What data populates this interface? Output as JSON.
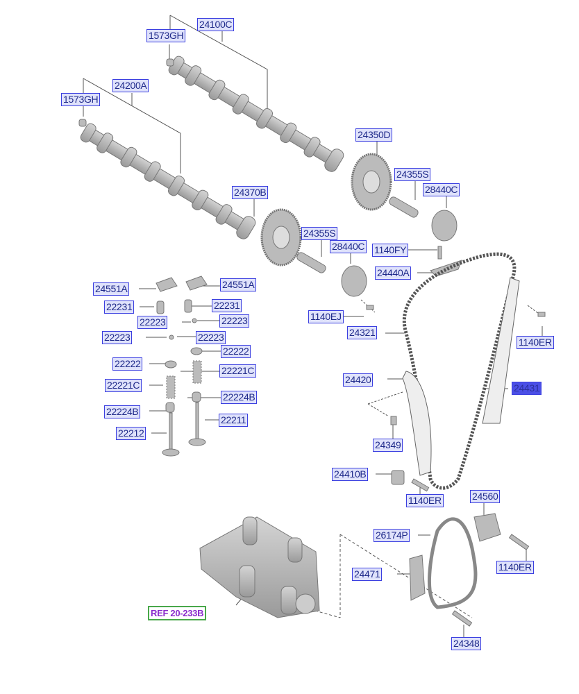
{
  "diagram": {
    "labels": [
      {
        "id": "24100C"
      },
      {
        "id": "1573GH"
      },
      {
        "id": "24200A"
      },
      {
        "id": "1573GH"
      },
      {
        "id": "24350D"
      },
      {
        "id": "24355S"
      },
      {
        "id": "28440C"
      },
      {
        "id": "24370B"
      },
      {
        "id": "24355S"
      },
      {
        "id": "28440C"
      },
      {
        "id": "1140FY"
      },
      {
        "id": "24440A"
      },
      {
        "id": "24551A"
      },
      {
        "id": "24551A"
      },
      {
        "id": "22231"
      },
      {
        "id": "22231"
      },
      {
        "id": "22223"
      },
      {
        "id": "22223"
      },
      {
        "id": "22223"
      },
      {
        "id": "22223"
      },
      {
        "id": "22222"
      },
      {
        "id": "22222"
      },
      {
        "id": "22221C"
      },
      {
        "id": "22221C"
      },
      {
        "id": "22224B"
      },
      {
        "id": "22224B"
      },
      {
        "id": "22211"
      },
      {
        "id": "22212"
      },
      {
        "id": "1140EJ"
      },
      {
        "id": "24321"
      },
      {
        "id": "1140ER"
      },
      {
        "id": "24431",
        "selected": true
      },
      {
        "id": "24420"
      },
      {
        "id": "24349"
      },
      {
        "id": "24410B"
      },
      {
        "id": "1140ER"
      },
      {
        "id": "24560"
      },
      {
        "id": "26174P"
      },
      {
        "id": "1140ER"
      },
      {
        "id": "24471"
      },
      {
        "id": "24348"
      }
    ],
    "reference": "REF 20-233B",
    "colors": {
      "label_border": "#3b3fe0",
      "label_fill": "#dfe2fb",
      "selected_fill": "#4b4fe6",
      "ref_border": "#49a84a",
      "ref_text": "#8a2ccc"
    }
  }
}
